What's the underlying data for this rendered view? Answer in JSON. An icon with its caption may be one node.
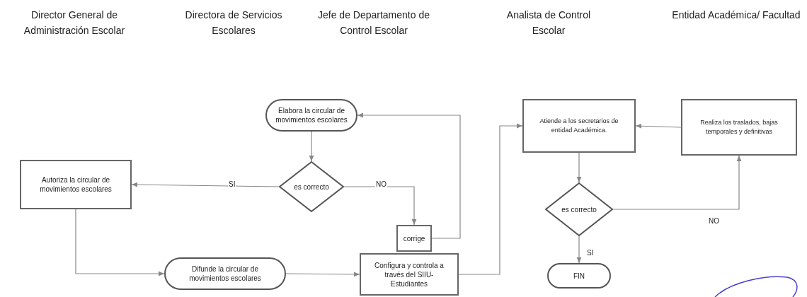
{
  "diagram": {
    "nodes": [
      {
        "text": [
          "Elabora la circular de movimientos escolares"
        ]
      },
      {
        "text": [
          "es correcto"
        ]
      },
      {
        "text": [
          "Autoriza la circular de movimientos escolares"
        ]
      },
      {
        "text": [
          "corrige"
        ]
      },
      {
        "text": [
          "Difunde la circular de movimientos escolares"
        ]
      },
      {
        "text": [
          "Configura y controla a través del SIIU-Estudiantes"
        ]
      },
      {
        "text": [
          "Atiende a los secretarios de entidad Académica."
        ]
      },
      {
        "text": [
          "es correcto"
        ]
      },
      {
        "text": [
          "Realiza los traslados, bajas temporales y definitivas"
        ]
      },
      {
        "text": [
          "FIN"
        ]
      }
    ],
    "edges": [
      {
        "from": 0,
        "to": 1,
        "arrow": "to"
      },
      {
        "from": 1,
        "to": 2,
        "arrow": "to",
        "label": "SI"
      },
      {
        "from": 1,
        "to": 3,
        "arrow": "to",
        "label": "NO"
      },
      {
        "from": 3,
        "to": 0,
        "arrow": "to"
      },
      {
        "from": 2,
        "to": 4,
        "arrow": "to"
      },
      {
        "from": 4,
        "to": 5,
        "arrow": "to"
      },
      {
        "from": 5,
        "to": 6,
        "arrow": "to"
      },
      {
        "from": 6,
        "to": 7,
        "arrow": "to"
      },
      {
        "from": 7,
        "to": 9,
        "arrow": "to",
        "label": "SI"
      },
      {
        "from": 7,
        "to": 8,
        "arrow": "to",
        "label": "NO"
      },
      {
        "from": 8,
        "to": 6,
        "arrow": "to"
      }
    ],
    "labels": [
      "Director General de Administración Escolar",
      "Directora de Servicios Escolares",
      "Jefe de Departamento de Control Escolar",
      "Analista de Control Escolar",
      "Entidad Académica/ Facultad"
    ]
  }
}
